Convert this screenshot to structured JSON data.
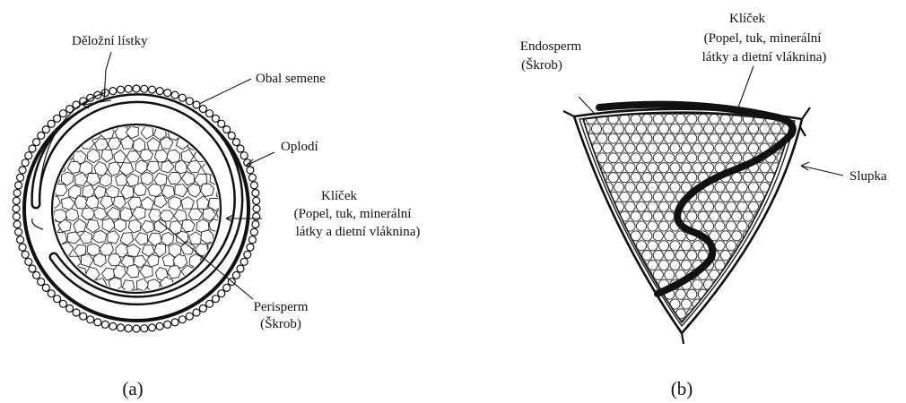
{
  "figure_a": {
    "caption": "(a)",
    "labels": {
      "cotyledons": "Děložní lístky",
      "seed_coat": "Obal semene",
      "pericarp": "Oplodí",
      "embryo_title": "Klíček",
      "embryo_line1": "(Popel, tuk, minerální",
      "embryo_line2": "látky a dietní vláknina)",
      "perisperm_title": "Perisperm",
      "perisperm_sub": "(Škrob)"
    }
  },
  "figure_b": {
    "caption": "(b)",
    "labels": {
      "endosperm_title": "Endosperm",
      "endosperm_sub": "(Škrob)",
      "embryo_title": "Klíček",
      "embryo_line1": "(Popel, tuk, minerální",
      "embryo_line2": "látky a dietní vláknina)",
      "hull": "Slupka"
    }
  }
}
